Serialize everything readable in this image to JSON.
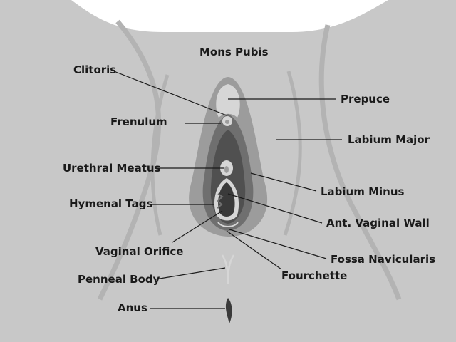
{
  "diagram": {
    "labels": {
      "mons_pubis": "Mons Pubis",
      "clitoris": "Clitoris",
      "prepuce": "Prepuce",
      "frenulum": "Frenulum",
      "labium_major": "Labium Major",
      "urethral_meatus": "Urethral Meatus",
      "labium_minus": "Labium Minus",
      "hymenal_tags": "Hymenal Tags",
      "ant_vaginal_wall": "Ant. Vaginal Wall",
      "vaginal_orifice": "Vaginal Orifice",
      "fossa_navicularis": "Fossa Navicularis",
      "penneal_body": "Penneal Body",
      "fourchette": "Fourchette",
      "anus": "Anus"
    },
    "colors": {
      "background": "#ffffff",
      "skin": "#c8c8c8",
      "skin_fold": "#b3b3b3",
      "labia_major": "#9c9c9c",
      "labia_minor": "#6f6f6f",
      "vestibule": "#505050",
      "opening": "#3a3a3a",
      "highlight": "#d6d6d6",
      "text": "#1a1a1a"
    }
  }
}
